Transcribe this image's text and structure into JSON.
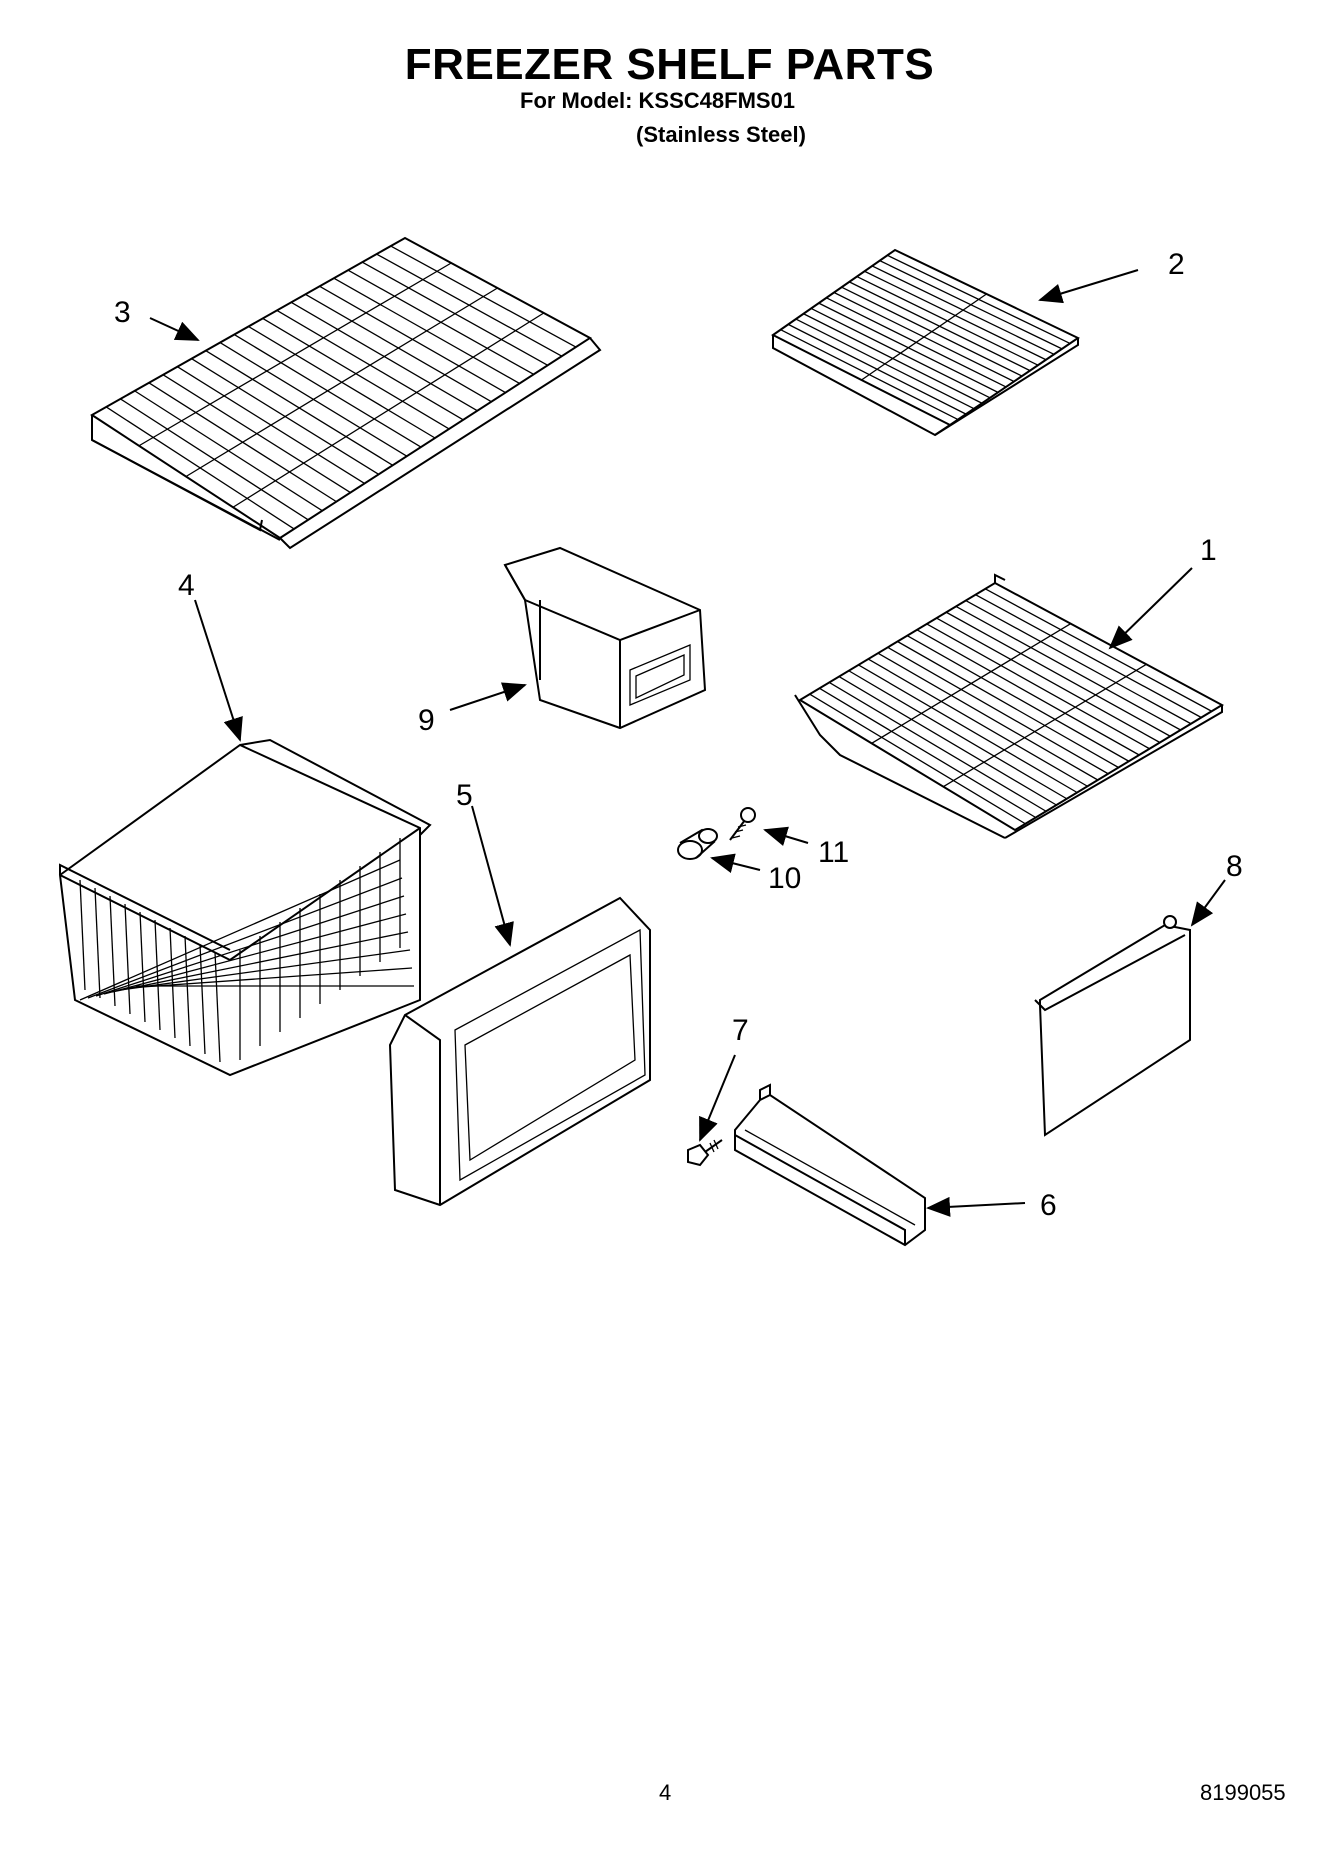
{
  "header": {
    "title": "FREEZER SHELF PARTS",
    "model_line": "For Model: KSSC48FMS01",
    "finish_line": "(Stainless Steel)"
  },
  "callouts": [
    "1",
    "2",
    "3",
    "4",
    "5",
    "6",
    "7",
    "8",
    "9",
    "10",
    "11"
  ],
  "footer": {
    "page_number": "4",
    "doc_number": "8199055"
  }
}
